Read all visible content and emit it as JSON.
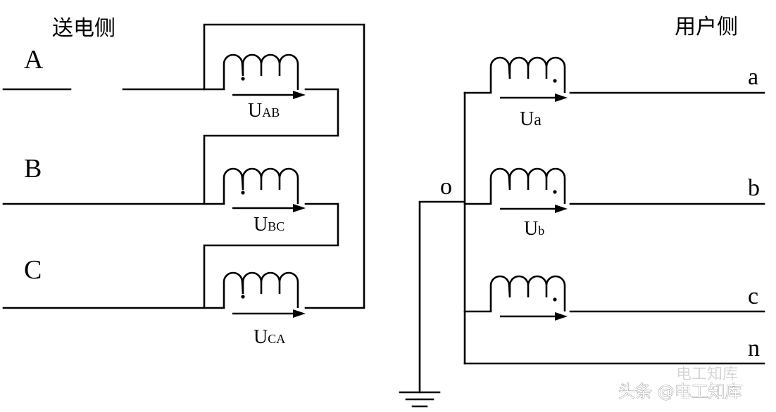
{
  "labels": {
    "sender_side": "送电侧",
    "user_side": "用户侧"
  },
  "phases": [
    "A",
    "B",
    "C"
  ],
  "terminals": {
    "a": "a",
    "b": "b",
    "c": "c",
    "n": "n",
    "o": "o"
  },
  "voltages": {
    "uab": {
      "main": "U",
      "sub": "AB"
    },
    "ubc": {
      "main": "U",
      "sub": "BC"
    },
    "uca": {
      "main": "U",
      "sub": "CA"
    },
    "ua": {
      "main": "U",
      "sub": "a"
    },
    "ub": {
      "main": "U",
      "sub": "b"
    }
  },
  "watermark": {
    "text": "头条 @电工知库",
    "faint_text": "电工知库"
  }
}
